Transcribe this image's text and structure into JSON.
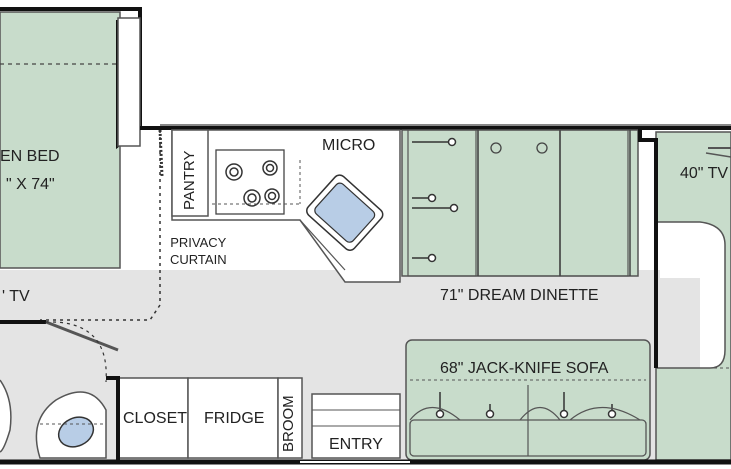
{
  "labels": {
    "bed_name": "EN BED",
    "bed_size": "\" X 74\"",
    "tv_left": "' TV",
    "pantry": "PANTRY",
    "micro": "MICRO",
    "privacy_curtain_1": "PRIVACY",
    "privacy_curtain_2": "CURTAIN",
    "dinette": "71\" DREAM DINETTE",
    "tv_right": "40\" TV",
    "sofa": "68\" JACK-KNIFE SOFA",
    "closet": "CLOSET",
    "fridge": "FRIDGE",
    "broom": "BROOM",
    "entry": "ENTRY"
  },
  "colors": {
    "furniture_fill": "#c8dccb",
    "floor_fill": "#e4e4e4",
    "wall": "#111111",
    "outline": "#555555",
    "sink_fill": "#b8cde6"
  }
}
